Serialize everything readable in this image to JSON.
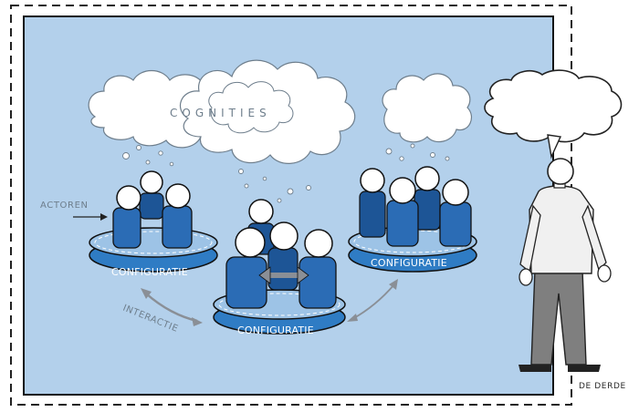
{
  "labels": {
    "cognities": "COGNITIES",
    "actoren": "ACTOREN",
    "interactie": "INTERACTIE",
    "configuratie_left": "CONFIGURATIE",
    "configuratie_center": "CONFIGURATIE",
    "configuratie_right": "CONFIGURATIE",
    "de_derde": "DE DERDE"
  },
  "colors": {
    "background_panel": "#b3d0eb",
    "figure_blue": "#2b6cb5",
    "figure_blue_dark": "#1d5596",
    "platform_blue": "#2f7cc4",
    "arrow_grey": "#8a8f96",
    "person_shirt": "#f0f0f0",
    "person_trousers": "#7f7f7f"
  }
}
